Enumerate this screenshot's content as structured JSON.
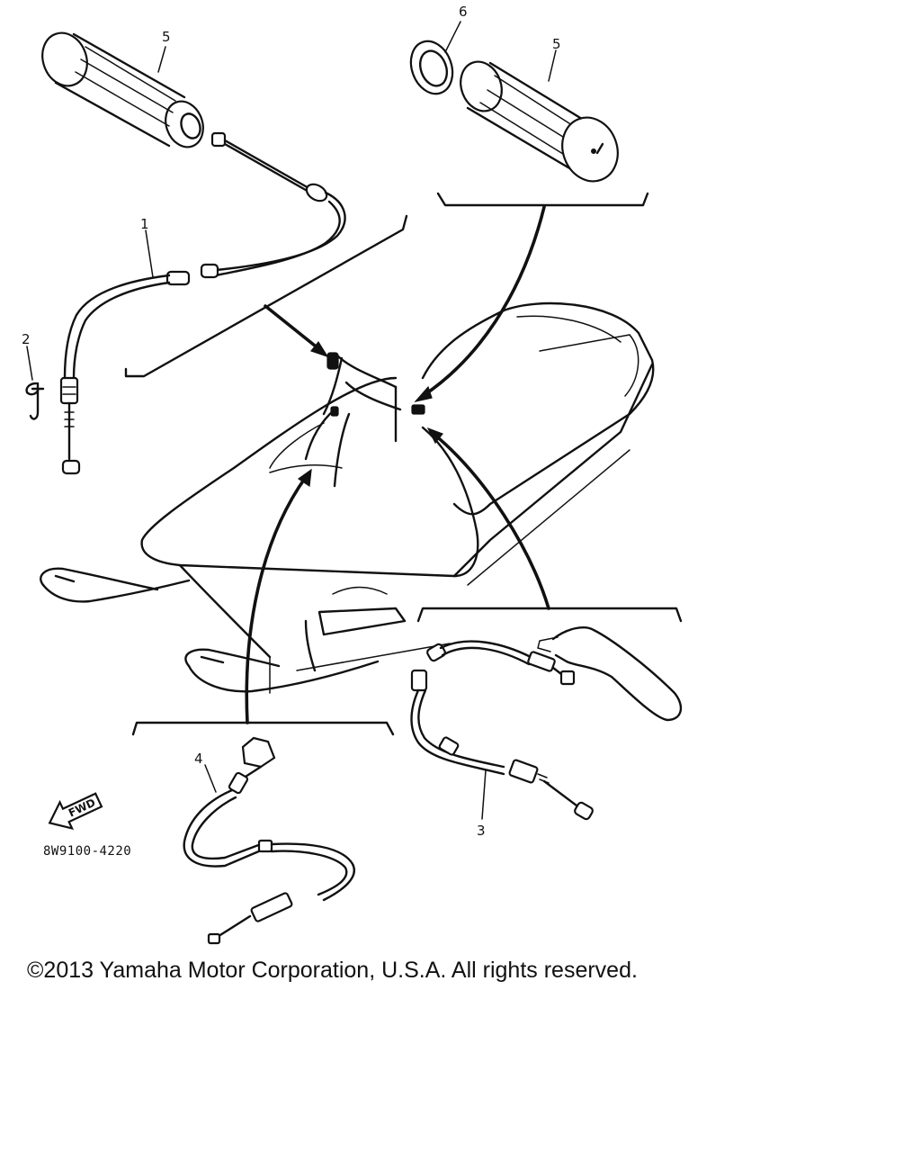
{
  "callouts": {
    "c1": "1",
    "c2": "2",
    "c3": "3",
    "c4": "4",
    "c5_left": "5",
    "c5_right": "5",
    "c6": "6"
  },
  "direction_marker": {
    "label": "FWD",
    "icon": "forward-arrow-icon"
  },
  "diagram_code": "8W9100-4220",
  "copyright": "©2013 Yamaha Motor Corporation, U.S.A. All rights reserved."
}
